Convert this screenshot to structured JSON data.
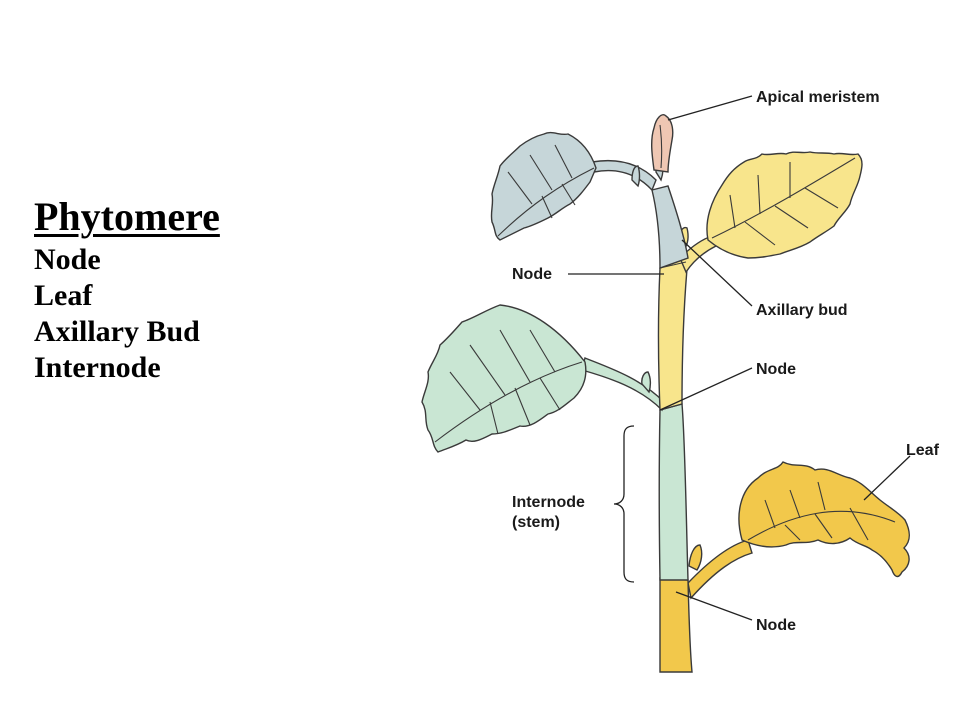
{
  "side_panel": {
    "title": "Phytomere",
    "items": [
      "Node",
      "Leaf",
      "Axillary Bud",
      "Internode"
    ]
  },
  "diagram": {
    "labels": {
      "apical_meristem": "Apical meristem",
      "node_top": "Node",
      "axillary_bud": "Axillary bud",
      "node_middle": "Node",
      "leaf": "Leaf",
      "internode_line1": "Internode",
      "internode_line2": "(stem)",
      "node_bottom": "Node"
    },
    "colors": {
      "top_segment": "#c6d6d9",
      "middle_segment": "#f8e58c",
      "middle_leaf": "#c9e6d3",
      "bottom_segment": "#f2c84b",
      "meristem": "#efc7b3"
    }
  }
}
